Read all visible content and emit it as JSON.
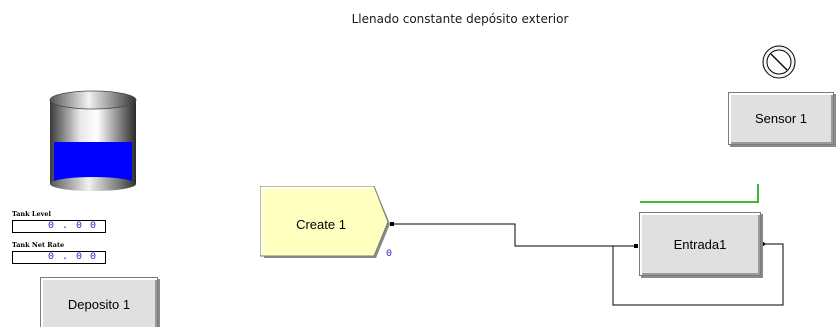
{
  "diagram": {
    "title": "Llenado constante depósito exterior"
  },
  "modules": {
    "create": {
      "label": "Create 1",
      "counter": "0"
    },
    "entrada": {
      "label": "Entrada1"
    },
    "sensor": {
      "label": "Sensor 1",
      "icon": "sensor-icon"
    },
    "deposito": {
      "label": "Deposito 1"
    }
  },
  "tank": {
    "fill_fraction": 0.5,
    "level_label": "Tank Level",
    "level_value": "0 . 0 0",
    "rate_label": "Tank Net Rate",
    "rate_value": "0 . 0 0",
    "liquid_color": "#0000ff"
  },
  "colors": {
    "module_fill": "#e0e0e0",
    "create_fill": "#ffffc0",
    "connector": "#000000",
    "entrada_indicator": "#00a000",
    "counter": "#2020c0"
  }
}
